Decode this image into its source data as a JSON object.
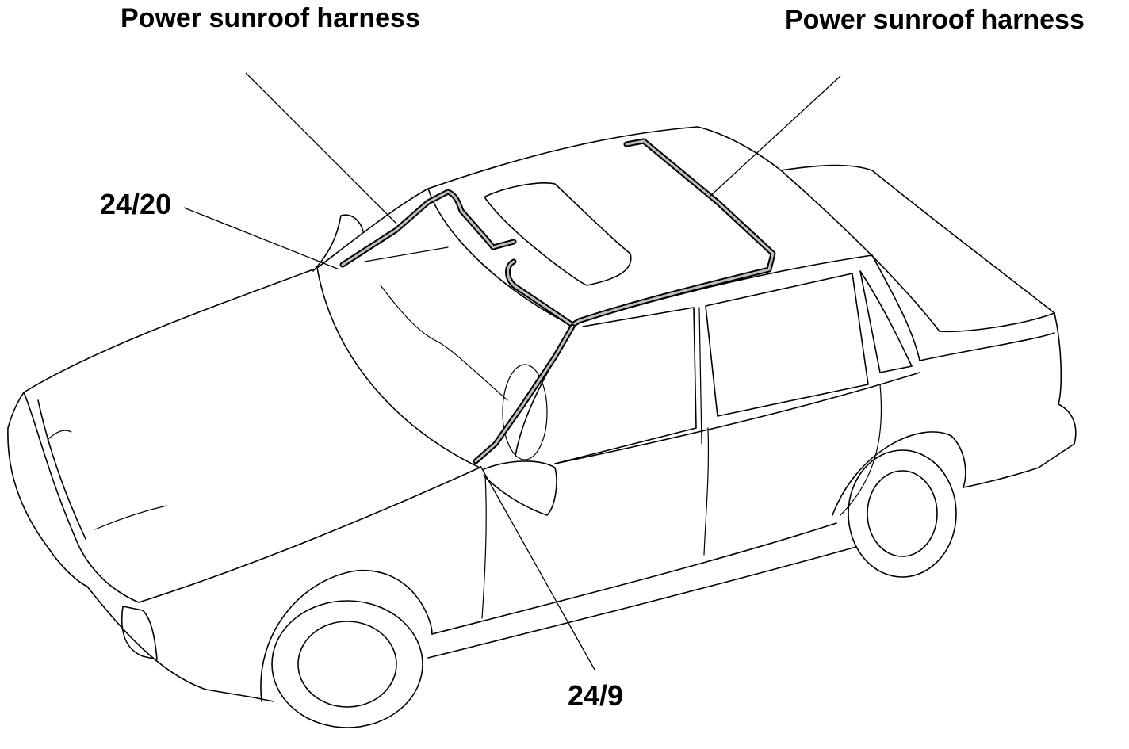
{
  "labels": {
    "harness_left": "Power sunroof harness",
    "harness_right": "Power sunroof harness",
    "connector_front": "24/20",
    "connector_pillar": "24/9"
  }
}
